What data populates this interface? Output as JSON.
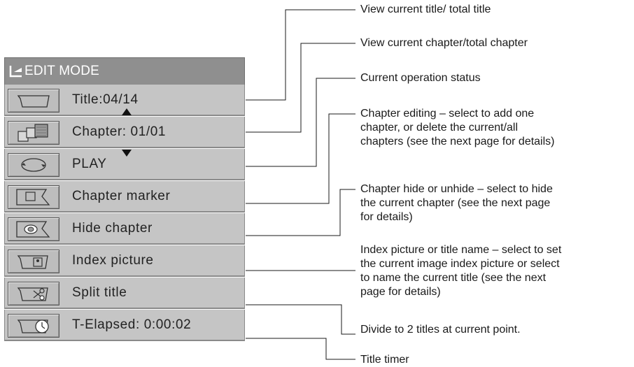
{
  "menu": {
    "title": "EDIT MODE",
    "items": [
      {
        "label": "Title:04/14",
        "icon": "folder-icon"
      },
      {
        "label": "Chapter: 01/01",
        "icon": "chapters-icon"
      },
      {
        "label": "PLAY",
        "icon": "play-cycle-icon"
      },
      {
        "label": "Chapter marker",
        "icon": "chapter-marker-icon"
      },
      {
        "label": "Hide chapter",
        "icon": "hide-chapter-icon"
      },
      {
        "label": "Index picture",
        "icon": "index-picture-icon"
      },
      {
        "label": "Split title",
        "icon": "split-title-icon"
      },
      {
        "label": "T-Elapsed: 0:00:02",
        "icon": "timer-icon"
      }
    ]
  },
  "annotations": [
    {
      "lines": [
        "View current title/ total title"
      ]
    },
    {
      "lines": [
        "View current chapter/total chapter"
      ]
    },
    {
      "lines": [
        "Current operation status"
      ]
    },
    {
      "lines": [
        "Chapter editing – select to add one",
        "chapter, or delete the current/all",
        "chapters (see the next page for details)"
      ]
    },
    {
      "lines": [
        "Chapter hide or unhide – select to hide",
        "the current chapter (see the next page",
        "for details)"
      ]
    },
    {
      "lines": [
        "Index picture or title name – select to set",
        "the current image index picture or select",
        "to name the current title (see the next",
        "page for details)"
      ]
    },
    {
      "lines": [
        "Divide to 2 titles at current point."
      ]
    },
    {
      "lines": [
        "Title timer"
      ]
    }
  ],
  "colors": {
    "header_bg": "#8f8f8f",
    "row_bg": "#c5c5c5",
    "line": "#1a1a1a"
  }
}
